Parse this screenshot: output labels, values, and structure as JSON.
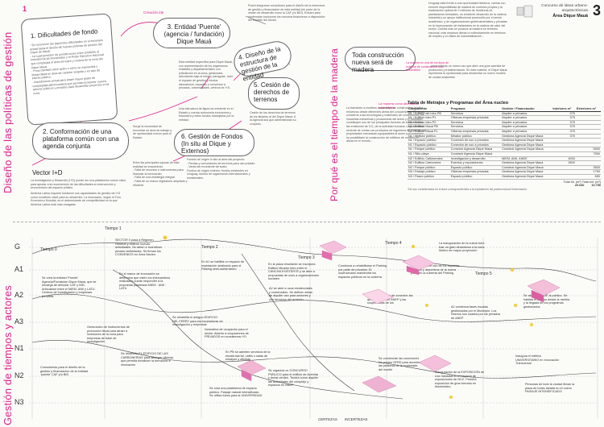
{
  "header": {
    "concurso": "Concurso de ideas urbano-arquitectónicas",
    "area": "Área Dique Mauá",
    "page_number": "3"
  },
  "side_titles": {
    "top": "Diseño de las políticas de gestión",
    "bottom": "Gestión de tiempos y actores",
    "middle": "Por qué es el tiempo de la madera"
  },
  "diagram": {
    "creacion_ide": "Creación ide",
    "box1_title": "1. Dificultades de fondo",
    "box1_text": "- Se reconocen las siguientes dificultades en el escenario actual hacia el diseño de nuevas políticas de gestión del Dique de Mauá:\n- La superposición de jurisdicciones entre CAMOM, el Intendencia de Montevideo y el Poder Ejecutivo Nacional que complejiza el area terrestre y costera de la zona del Dique Mauá.\n- Poca claridad sobre quién o cómo se mantendrá y desarrollará un área de carácter singular y en sitio de interés público.\n- Impedimento actual para atraer mayor grado de complejidad administrativa que permita incorporar nuevos actores públicos y privados para desarrollar proyectos en la zona.",
    "box2_title": "2. Conformación de una plataforma común con una agenda conjunta",
    "box3_title": "3. Entidad 'Puente' (agencia / fundación) Dique Mauá",
    "box4_title": "4. Diseño de la estructura de gestión de la entidad",
    "box5_title": "5. Cesión de derechos de terrenos",
    "box6_title": "6. Gestión de Fondos (In situ al Dique y Externos)",
    "vector_label": "Vector I+D",
    "vector_text": "La Investigación y Desarrollo (I+D) puede ser una plataforma común clave para aportar a la reconversión de las dificultades en intervención y reconversión del espacio público.",
    "madera_title": "Toda construcción nueva será de madera",
    "madera_nota": "La madera es una de los tipos de material de construcción más sostenibles",
    "madera_alt": "La madera como alternativa sustentable",
    "transicion_text": "La transición a modelos sostenibles de construcción implica...",
    "uruguay_text": "Uruguay está frente a una oportunidad histórica, cuenta con enorme disponibilidad de madera de confines propios y la maduración óptima de 2 millones de hectáreas de plantaciones..."
  },
  "table": {
    "title": "Tabla de Metrajes y Programas del Área nucleo",
    "headers": [
      "Componente",
      "Programa",
      "Gestión / Financiación",
      "Interiores m²",
      "Exteriores m²"
    ],
    "rows": [
      [
        "N1 / Edificio del Ideo PB",
        "Servicios",
        "Alquiler a privados",
        "375",
        ""
      ],
      [
        "N1 / Edificio Ideo P1",
        "Oficinas empresas privadas",
        "Alquiler a privados",
        "375",
        ""
      ],
      [
        "N1 / Edificio Ideo P2",
        "Servicios",
        "Alquiler a privados",
        "375",
        ""
      ],
      [
        "N1 / Edificio Mauá PB",
        "Servicios",
        "Alquiler a privados",
        "375",
        ""
      ],
      [
        "N1 / Edificio Mauá P1",
        "Oficinas empresas privadas",
        "Alquiler a privados",
        "375",
        ""
      ],
      [
        "N1 / Mirador público",
        "Mirador público",
        "Gestiona Agencia Dique Mauá",
        "375",
        ""
      ],
      [
        "N1 / Espacio público",
        "Conexión de uso a privados",
        "Gestiona Agencia Dique Mauá",
        "",
        ""
      ],
      [
        "N1 / Espacio público",
        "Conexión de uso a privados",
        "Gestiona Agencia Dique Mauá",
        "",
        ""
      ],
      [
        "N1 / Parque público",
        "Construir Agencia Dique Mauá",
        "Construir Agencia Dique Mauá",
        "",
        "5500"
      ],
      [
        "N1 / Sitio playa",
        "Construir Agencia Dique Mauá",
        "",
        "",
        "7500"
      ],
      [
        "N2 / Edificio Cañaverales",
        "Investigación y desarrollo",
        "MIEM, ANII, ANDE",
        "4000",
        ""
      ],
      [
        "N2 / Edificio Carbonería",
        "Eventos y exposiciones",
        "Gestiona Agencia Dique Mauá",
        "2500",
        ""
      ],
      [
        "N2 / Parque público",
        "Espacio público",
        "Construir Agencia Dique Mauá",
        "",
        "3500"
      ],
      [
        "N3 / Paisaje público",
        "Oficinas empresas privadas",
        "Gestiona Agencia Dique Mauá",
        "",
        "1750"
      ],
      [
        "N3 / Paseo público",
        "Espacio público",
        "Gestiona Agencia Dique Mauá",
        "",
        "650"
      ]
    ],
    "totals_label": "Total int. (m²)  Total ext. (m²)",
    "totals_values": [
      "20.040",
      "10.750"
    ],
    "footnote": "*No son considerados en el área correspondientes a la explotación del padrón actual Gobernación."
  },
  "timeline": {
    "rows": [
      "G",
      "A1",
      "A2",
      "A3",
      "N1",
      "N2",
      "N3"
    ],
    "tiempo_labels": [
      "Tiempo 0",
      "Tiempo 1",
      "Tiempo 2",
      "Tiempo 3",
      "Tiempo 4",
      "Tiempo 5"
    ],
    "bottom_labels": [
      "CERTEZAS",
      "INCERTEZAS"
    ],
    "notes": [
      "SECTOR 0 pasa a Régimen General y obtiene nuevas actividades. Se abren e incentivan privado actividades. Se firman los CONVENIOS en Área Núcleo",
      "Se crea la entidad 'Puente' Agencia/Fundación Dique Mauá, que se encarga de articular CAF y BID; Articulador entre el MIEM, ANII y LATU. Centros de investigación y empresas privadas",
      "En el marco de innovación se determina que estén los intercambios realizados puede responder a la propuesta planteada MIEM · ANII · LATU",
      "Generación de instrumentos de promoción fiscal para atraer a inversores de la zona para empresas de base de investigación",
      "Consultorías para el diseño de la gestión y financiación de la entidad 'puente' CAF y/o BID",
      "En A1 se habilita un espacio de explotación destinado para el Parking semi-subterráneo",
      "Se rehabilita el antiguo EDIFICIO DEL FERRY para los incubadoras de investigación y empresas",
      "Se rehabilita EL EDIFICIO DE LAS CARBONERÍAS para albergar oficinas que permita fortalecer la formación e innovación",
      "Normativa de ocupación para el sector. Abierto a ocupaciones de PRIVADOS en ecosistema I+D",
      "En PB se admiten servicios de la escala barrial, cafés o salas de ensayos y oficinas",
      "Se crea una plataforma de espacio público. Paisaje natural intensificado. Se utiliza tubos para la UNIVERSIDAD",
      "En la placa resultante se incorpora Edificio Mirador Ideo entre el CANCHA EXISTENTE y se abre a propuestas de usos a organizaciones sociales",
      "A2 se abre a usos residenciales y comerciales. Se definen áreas de alquiler uso para sectores y con términos del acuerdo",
      "Se organiza un CONCURSO PÚBLICO para el edificio de Avenida y áreas verdes. Tendrá como alquiler las actividades del complejo y espacios en ANEP",
      "Comienza a rehabilitarse el Parking por parte de privados. El usufructuario mantendrá los espacios públicos en la cubierta",
      "Se peatoniza el uso de los espacios públicos y deportivos de la nueva placa en la cubierta del Parking",
      "A2 comienza fases escalas gestionadas por el Municipio. Los Nuevos son usados por los privados de ANEP",
      "Se completan los de conexión las que interesan en ANEP y las cooperativas de los",
      "Se comienzan las conexiones los postes SFRD para acceder las peatonal de la explanada del muelle",
      "Inauguración de la EXPOSICIÓN de Uco Vanadial en el espacio de exposiciones de NCZ. Primera exposición de gran formato en Montevideo",
      "La inauguración de la nueva torre trae un gran dinamismo a la zona. Motivo de mayor proyección",
      "Se abre el DIQUE al público. Se habilita el acceso desde la rambla y la llegada de los programas gestionados",
      "Inaugura el edificio UNIVERSITARIO en Innovación Transversal",
      "Personas de todo la ciudad llenan la plaza de botes ideada en el nuevo PAISAJE INTENSIFICADO"
    ]
  },
  "colors": {
    "accent": "#e0218a",
    "line": "#555555",
    "background": "#fbfbf8"
  }
}
